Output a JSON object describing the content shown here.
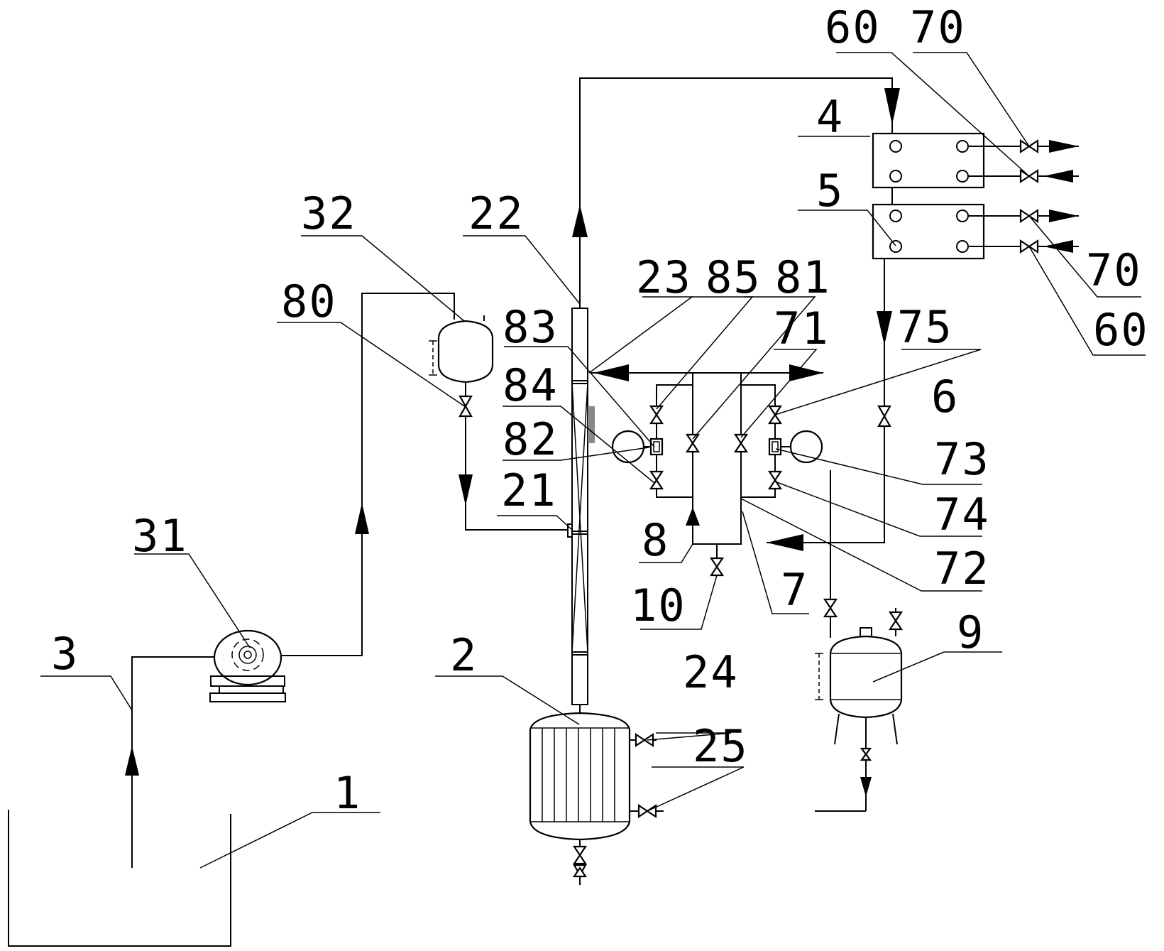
{
  "labels": {
    "l1": "1",
    "l2": "2",
    "l3": "3",
    "l4": "4",
    "l5": "5",
    "l6": "6",
    "l7": "7",
    "l8": "8",
    "l9": "9",
    "l10": "10",
    "l21": "21",
    "l22": "22",
    "l23": "23",
    "l24": "24",
    "l25": "25",
    "l31": "31",
    "l32": "32",
    "l60a": "60",
    "l60b": "60",
    "l70a": "70",
    "l70b": "70",
    "l71": "71",
    "l72": "72",
    "l73": "73",
    "l74": "74",
    "l75": "75",
    "l80": "80",
    "l81": "81",
    "l82": "82",
    "l83": "83",
    "l84": "84",
    "l85": "85"
  }
}
